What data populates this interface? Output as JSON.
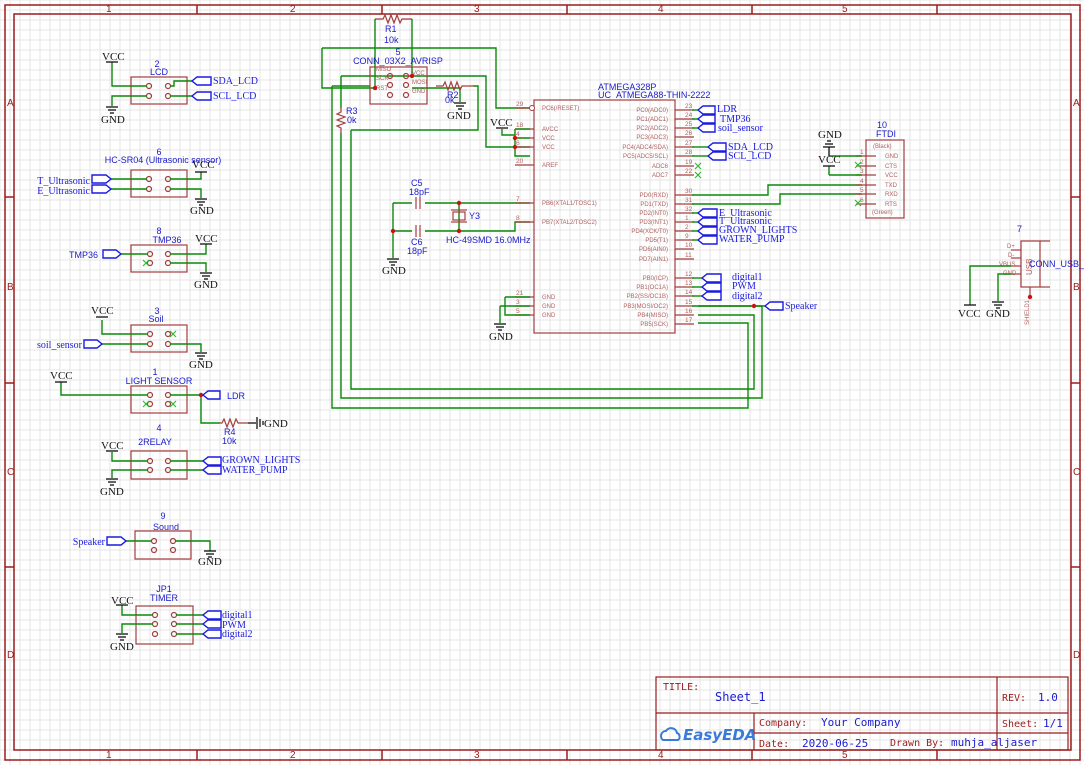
{
  "sheet": {
    "column_labels": [
      "1",
      "2",
      "3",
      "4",
      "5"
    ],
    "row_labels": [
      "A",
      "B",
      "C",
      "D"
    ]
  },
  "title_block": {
    "title_label": "TITLE:",
    "title": "Sheet_1",
    "rev_label": "REV:",
    "rev": "1.0",
    "company_label": "Company:",
    "company": "Your Company",
    "sheet_label": "Sheet:",
    "sheet": "1/1",
    "date_label": "Date:",
    "date": "2020-06-25",
    "drawn_by_label": "Drawn By:",
    "drawn_by": "muhja_aljaser",
    "logo": "EasyEDA"
  },
  "power": {
    "vcc": "VCC",
    "gnd": "GND"
  },
  "components": {
    "lcd": {
      "ref": "2",
      "name": "LCD",
      "nets": [
        "SDA_LCD",
        "SCL_LCD"
      ]
    },
    "ultrasonic": {
      "ref": "6",
      "name": "HC-SR04 (Ultrasonic sensor)",
      "nets": [
        "T_Ultrasonic",
        "E_Ultrasonic"
      ]
    },
    "tmp": {
      "ref": "8",
      "name": "TMP36",
      "net": "TMP36"
    },
    "soil": {
      "ref": "3",
      "name": "Soil",
      "net": "soil_sensor"
    },
    "light": {
      "ref": "1",
      "name": "LIGHT SENSOR",
      "net": "LDR"
    },
    "r4": {
      "ref": "R4",
      "value": "10k"
    },
    "relay": {
      "ref": "4",
      "name": "2RELAY",
      "nets": [
        "GROWN_LIGHTS",
        "WATER_PUMP"
      ]
    },
    "sound": {
      "ref": "9",
      "name": "Sound",
      "net": "Speaker"
    },
    "timer": {
      "ref": "JP1",
      "name": "TIMER",
      "nets": [
        "digital1",
        "PWM",
        "digital2"
      ]
    },
    "r1": {
      "ref": "R1",
      "value": "10k"
    },
    "r2": {
      "ref": "R2",
      "value": "0k"
    },
    "r3": {
      "ref": "R3",
      "value": "0k"
    },
    "isp": {
      "ref": "5",
      "name": "CONN_03X2_AVRISP",
      "pins_left": [
        "MISO",
        "SCK",
        "RST"
      ],
      "pins_right": [
        "VCC",
        "MOSI",
        "GND"
      ]
    },
    "c5": {
      "ref": "C5",
      "value": "18pF"
    },
    "c6": {
      "ref": "C6",
      "value": "18pF"
    },
    "y3": {
      "ref": "Y3",
      "value": "HC-49SMD 16.0MHz"
    },
    "mcu": {
      "ref": "ATMEGA328P",
      "name": "UC_ATMEGA88-THIN-2222",
      "left_pins": [
        {
          "num": "29",
          "name": "PC6(/RESET)"
        },
        {
          "num": "18",
          "name": "AVCC"
        },
        {
          "num": "4",
          "name": "VCC"
        },
        {
          "num": "6",
          "name": "VCC"
        },
        {
          "num": "20",
          "name": "AREF"
        },
        {
          "num": "7",
          "name": "PB6(XTAL1/TOSC1)"
        },
        {
          "num": "8",
          "name": "PB7(XTAL2/TOSC2)"
        },
        {
          "num": "21",
          "name": "GND"
        },
        {
          "num": "3",
          "name": "GND"
        },
        {
          "num": "5",
          "name": "GND"
        }
      ],
      "right_pins": [
        {
          "num": "23",
          "name": "PC0(ADC0)"
        },
        {
          "num": "24",
          "name": "PC1(ADC1)"
        },
        {
          "num": "25",
          "name": "PC2(ADC2)"
        },
        {
          "num": "26",
          "name": "PC3(ADC3)"
        },
        {
          "num": "27",
          "name": "PC4(ADC4/SDA)"
        },
        {
          "num": "28",
          "name": "PC5(ADC5/SCL)"
        },
        {
          "num": "19",
          "name": "ADC6"
        },
        {
          "num": "22",
          "name": "ADC7"
        },
        {
          "num": "30",
          "name": "PD0(RXD)"
        },
        {
          "num": "31",
          "name": "PD1(TXD)"
        },
        {
          "num": "32",
          "name": "PD2(INT0)"
        },
        {
          "num": "1",
          "name": "PD3(INT1)"
        },
        {
          "num": "2",
          "name": "PD4(XCK/T0)"
        },
        {
          "num": "9",
          "name": "PD5(T1)"
        },
        {
          "num": "10",
          "name": "PD6(AIN0)"
        },
        {
          "num": "11",
          "name": "PD7(AIN1)"
        },
        {
          "num": "12",
          "name": "PB0(ICP)"
        },
        {
          "num": "13",
          "name": "PB1(OC1A)"
        },
        {
          "num": "14",
          "name": "PB2(SS/OC1B)"
        },
        {
          "num": "15",
          "name": "PB3(MOSI/OC2)"
        },
        {
          "num": "16",
          "name": "PB4(MISO)"
        },
        {
          "num": "17",
          "name": "PB5(SCK)"
        }
      ],
      "net_labels": {
        "adc": [
          "LDR",
          "TMP36",
          "soil_sensor"
        ],
        "i2c": [
          "SDA_LCD",
          "SCL_LCD"
        ],
        "pd": [
          "E_Ultrasonic",
          "T_Ultrasonic",
          "GROWN_LIGHTS",
          "WATER_PUMP"
        ],
        "pb": [
          "digital1",
          "PWM",
          "digital2"
        ],
        "speaker": "Speaker"
      }
    },
    "ftdi": {
      "ref": "10",
      "name": "FTDI",
      "top": "(Black)",
      "bottom": "(Green)",
      "pins": [
        {
          "num": "1",
          "name": "GND"
        },
        {
          "num": "2",
          "name": "CTS"
        },
        {
          "num": "3",
          "name": "VCC"
        },
        {
          "num": "4",
          "name": "TXD"
        },
        {
          "num": "5",
          "name": "RXD"
        },
        {
          "num": "6",
          "name": "RTS"
        }
      ]
    },
    "usb": {
      "ref": "7",
      "name": "CONN_USB_",
      "body": "USB",
      "pins": [
        "D+",
        "D-",
        "VBUS",
        "GND"
      ],
      "shield": "SHIELD1"
    }
  }
}
